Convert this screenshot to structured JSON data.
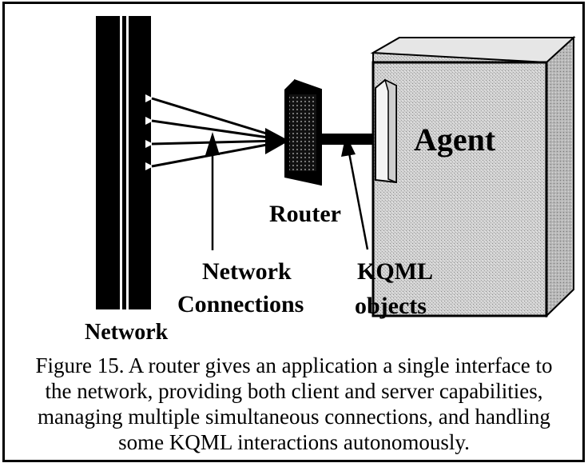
{
  "labels": {
    "agent": "Agent",
    "router": "Router",
    "network": "Network",
    "network_connections": [
      "Network",
      "Connections"
    ],
    "kqml_objects": [
      "KQML",
      "objects"
    ]
  },
  "caption": {
    "lines": [
      "Figure 15. A router gives an application a single interface to",
      "the network, providing both client and server capabilities,",
      "managing multiple simultaneous connections, and handling",
      "some KQML interactions autonomously."
    ]
  },
  "colors": {
    "ink": "#000000",
    "shade": "#c8c8c8"
  }
}
